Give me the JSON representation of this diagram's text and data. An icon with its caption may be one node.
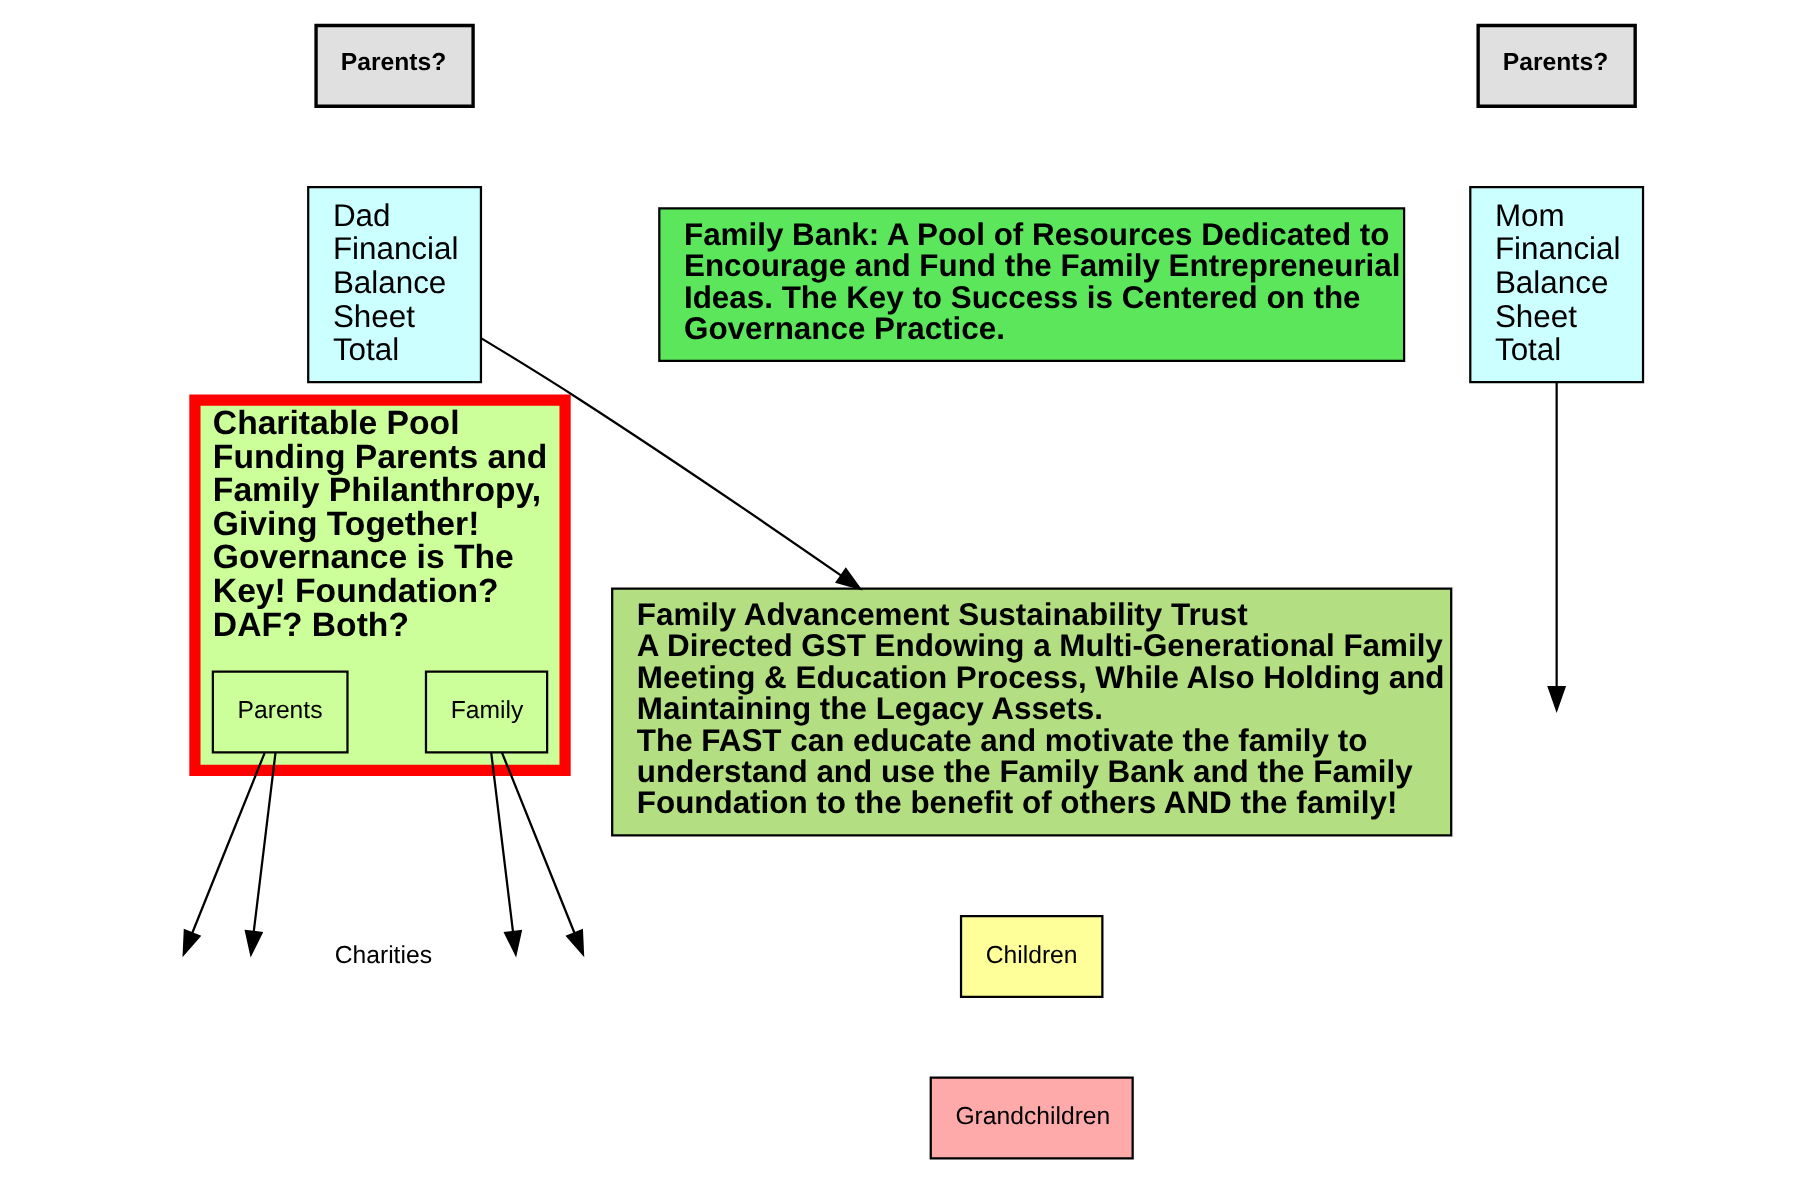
{
  "diagram": {
    "nodes": [
      {
        "text": [
          "Parents?"
        ]
      },
      {
        "text": [
          "Parents?"
        ]
      },
      {
        "text": [
          "Dad",
          "Financial Balance Sheet",
          "Total"
        ]
      },
      {
        "text": [
          "Mom",
          "Financial Balance Sheet",
          "Total"
        ]
      },
      {
        "text": [
          "Family Bank: A Pool of Resources Dedicated to Encourage and Fund the Family Entrepreneurial Ideas. The Key to Success is Centered on the Governance Practice."
        ]
      },
      {
        "text": [
          "Charitable Pool Funding Parents and Family Philanthropy, Giving Together! Governance is The Key! Foundation? DAF? Both?"
        ]
      },
      {
        "text": [
          "Parents"
        ],
        "in": 5
      },
      {
        "text": [
          "Family"
        ],
        "in": 5
      },
      {
        "text": [
          "Family Advancement Sustainability Trust",
          "A Directed GST Endowing a Multi-Generational Family Meeting & Education Process, While Also Holding and Maintaining the Legacy Assets.",
          "The FAST can educate and motivate the family to understand and use the Family Bank and the Family Foundation to the benefit of others AND the family!"
        ]
      },
      {
        "text": [
          "Children"
        ]
      },
      {
        "text": [
          "Grandchildren"
        ]
      }
    ],
    "edges": [
      {
        "from": 2,
        "to": 8,
        "arrow": "to"
      },
      {
        "from": 3,
        "to": null,
        "arrow": "to"
      },
      {
        "from": 6,
        "to": null,
        "arrow": "to"
      },
      {
        "from": 6,
        "to": null,
        "arrow": "to"
      },
      {
        "from": 7,
        "to": null,
        "arrow": "to"
      },
      {
        "from": 7,
        "to": null,
        "arrow": "to"
      }
    ],
    "labels": [
      "Charities"
    ]
  }
}
